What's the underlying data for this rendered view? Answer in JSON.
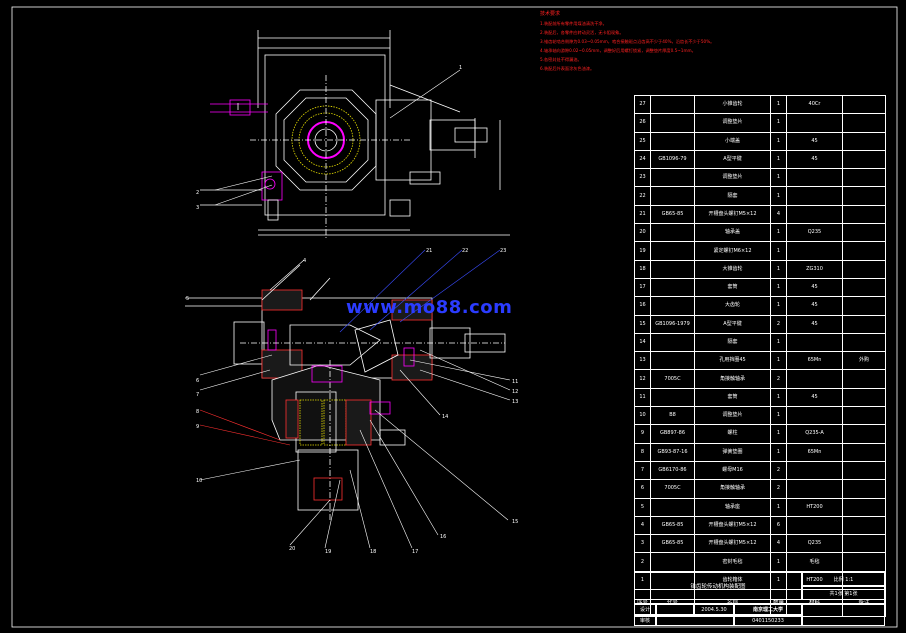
{
  "watermark": "www.mo88.com",
  "notes": {
    "title": "技术要求",
    "lines": [
      "1.装配前所有零件用煤油清洗干净。",
      "2.装配后，各零件应转动灵活，无卡阻现象。",
      "3.锥齿轮啮合侧隙为0.03~0.05mm，啮合接触斑点沿齿高不少于40%，沿齿长不少于50%。",
      "4.轴承轴向游隙0.02~0.05mm，调整好后用螺钉锁紧，调整垫片厚度0.5~1mm。",
      "5.各密封处不得漏油。",
      "6.装配后外表面涂灰色油漆。"
    ]
  },
  "bom": {
    "columns": [
      "序号",
      "代号",
      "名称",
      "数量",
      "材料",
      "备注"
    ],
    "rows": [
      {
        "no": "27",
        "code": "",
        "name": "小锥齿轮",
        "qty": "1",
        "mat": "40Cr",
        "note": ""
      },
      {
        "no": "26",
        "code": "",
        "name": "调整垫片",
        "qty": "1",
        "mat": "",
        "note": ""
      },
      {
        "no": "25",
        "code": "",
        "name": "小端盖",
        "qty": "1",
        "mat": "45",
        "note": ""
      },
      {
        "no": "24",
        "code": "GB1096-79",
        "name": "A型平键",
        "qty": "1",
        "mat": "45",
        "note": ""
      },
      {
        "no": "23",
        "code": "",
        "name": "调整垫片",
        "qty": "1",
        "mat": "",
        "note": ""
      },
      {
        "no": "22",
        "code": "",
        "name": "隔套",
        "qty": "1",
        "mat": "",
        "note": ""
      },
      {
        "no": "21",
        "code": "GB65-85",
        "name": "开槽盘头螺钉M5×12",
        "qty": "4",
        "mat": "",
        "note": ""
      },
      {
        "no": "20",
        "code": "",
        "name": "轴承盖",
        "qty": "1",
        "mat": "Q235",
        "note": ""
      },
      {
        "no": "19",
        "code": "",
        "name": "紧定螺钉M6×12",
        "qty": "1",
        "mat": "",
        "note": ""
      },
      {
        "no": "18",
        "code": "",
        "name": "大锥齿轮",
        "qty": "1",
        "mat": "ZG310",
        "note": ""
      },
      {
        "no": "17",
        "code": "",
        "name": "套筒",
        "qty": "1",
        "mat": "45",
        "note": ""
      },
      {
        "no": "16",
        "code": "",
        "name": "大齿轮",
        "qty": "1",
        "mat": "45",
        "note": ""
      },
      {
        "no": "15",
        "code": "GB1096-1979",
        "name": "A型平键",
        "qty": "2",
        "mat": "45",
        "note": ""
      },
      {
        "no": "14",
        "code": "",
        "name": "隔套",
        "qty": "1",
        "mat": "",
        "note": ""
      },
      {
        "no": "13",
        "code": "",
        "name": "孔用挡圈45",
        "qty": "1",
        "mat": "65Mn",
        "note": "外购"
      },
      {
        "no": "12",
        "code": "7005C",
        "name": "角接触轴承",
        "qty": "2",
        "mat": "",
        "note": ""
      },
      {
        "no": "11",
        "code": "",
        "name": "套筒",
        "qty": "1",
        "mat": "45",
        "note": ""
      },
      {
        "no": "10",
        "code": "B8",
        "name": "调整垫片",
        "qty": "1",
        "mat": "",
        "note": ""
      },
      {
        "no": "9",
        "code": "GB897-86",
        "name": "螺柱",
        "qty": "1",
        "mat": "Q235-A",
        "note": ""
      },
      {
        "no": "8",
        "code": "GB93-87-16",
        "name": "弹簧垫圈",
        "qty": "1",
        "mat": "65Mn",
        "note": ""
      },
      {
        "no": "7",
        "code": "GB6170-86",
        "name": "螺母M16",
        "qty": "2",
        "mat": "",
        "note": ""
      },
      {
        "no": "6",
        "code": "7005C",
        "name": "角接触轴承",
        "qty": "2",
        "mat": "",
        "note": ""
      },
      {
        "no": "5",
        "code": "",
        "name": "轴承座",
        "qty": "1",
        "mat": "HT200",
        "note": ""
      },
      {
        "no": "4",
        "code": "GB65-85",
        "name": "开槽盘头螺钉M5×12",
        "qty": "6",
        "mat": "",
        "note": ""
      },
      {
        "no": "3",
        "code": "GB65-85",
        "name": "开槽盘头螺钉M5×12",
        "qty": "4",
        "mat": "Q235",
        "note": ""
      },
      {
        "no": "2",
        "code": "",
        "name": "密封毛毡",
        "qty": "1",
        "mat": "毛毡",
        "note": ""
      },
      {
        "no": "1",
        "code": "",
        "name": "齿轮箱体",
        "qty": "1",
        "mat": "HT200",
        "note": ""
      }
    ]
  },
  "title_block": {
    "drawing_title": "锥齿轮传动机构装配图",
    "scale_label": "比例 1:1",
    "sheet_label": "共1张  第1张",
    "designer_label": "设计",
    "checker_label": "审核",
    "date": "2004.5.30",
    "school": "南京理工大学",
    "student_no": "0401150233"
  },
  "colors": {
    "background": "#000000",
    "lines": "#ffffff",
    "notes": "#ff2020",
    "magenta": "#ff00ff",
    "yellow": "#e8e000",
    "leader_blue": "#3a4cff",
    "red_hatch": "#ff3030",
    "watermark": "#2b3cff"
  }
}
